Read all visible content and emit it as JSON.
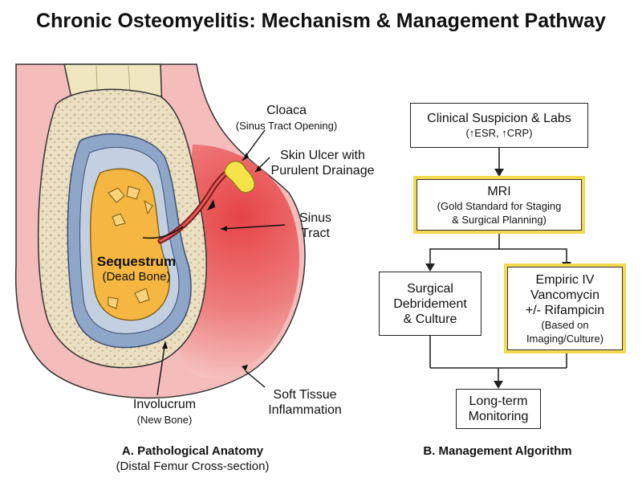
{
  "title": "Chronic Osteomyelitis: Mechanism & Management Pathway",
  "anatomy": {
    "cloaca": {
      "name": "Cloaca",
      "detail": "(Sinus Tract Opening)"
    },
    "skin_ulcer": {
      "line1": "Skin Ulcer with",
      "line2": "Purulent Drainage"
    },
    "sinus_tract": {
      "line1": "Sinus",
      "line2": "Tract"
    },
    "sequestrum": {
      "name": "Sequestrum",
      "detail": "(Dead Bone)"
    },
    "involucrum": {
      "name": "Involucrum",
      "detail": "(New Bone)"
    },
    "soft_tissue": {
      "line1": "Soft Tissue",
      "line2": "Inflammation"
    },
    "caption": {
      "title": "A. Pathological Anatomy",
      "subtitle": "(Distal Femur Cross-section)"
    }
  },
  "algorithm": {
    "clinical": {
      "line1": "Clinical Suspicion & Labs",
      "line2": "(↑ESR, ↑CRP)"
    },
    "mri": {
      "title": "MRI",
      "line1": "(Gold Standard for Staging",
      "line2": "& Surgical Planning)"
    },
    "surgical": {
      "line1": "Surgical",
      "line2": "Debridement",
      "line3": "& Culture"
    },
    "empiric": {
      "line1": "Empiric IV",
      "line2": "Vancomycin",
      "line3": "+/- Rifampicin",
      "line4": "(Based on",
      "line5": "Imaging/Culture)"
    },
    "monitoring": {
      "line1": "Long-term",
      "line2": "Monitoring"
    },
    "caption": "B. Management Algorithm"
  },
  "colors": {
    "soft_tissue": "#f2b8b8",
    "inflammation": "#e9504f",
    "cortical_bone": "#efe3b8",
    "marrow": "#e8dcc0",
    "periosteum_blue": "#8aa4c8",
    "sequestrum": "#f5b642",
    "highlight_yellow": "#f2d94e"
  }
}
